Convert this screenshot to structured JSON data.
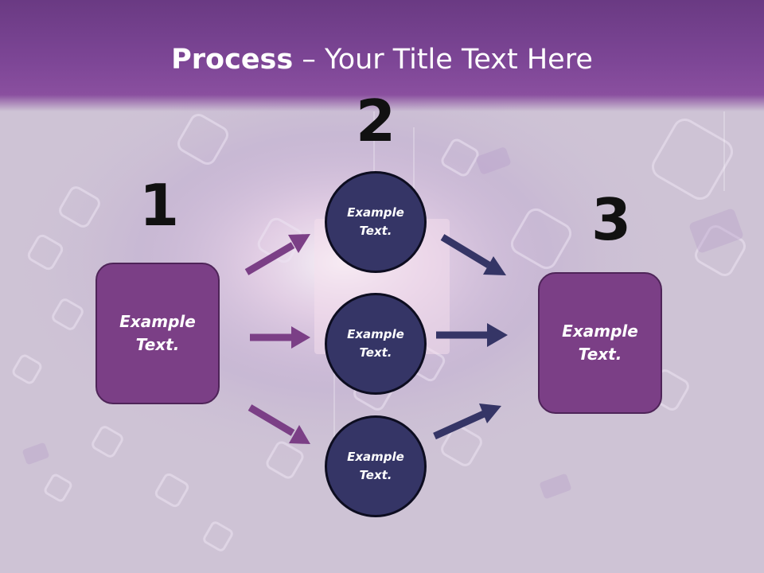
{
  "slide": {
    "title_bold": "Process",
    "title_rest": " – Your Title Text Here"
  },
  "steps": [
    {
      "number": "1",
      "label": "Example\nText."
    },
    {
      "number": "2"
    },
    {
      "number": "3",
      "label": "Example\nText."
    }
  ],
  "circles": [
    {
      "label": "Example\nText."
    },
    {
      "label": "Example\nText."
    },
    {
      "label": "Example\nText."
    }
  ],
  "colors": {
    "title_band": "#7d4696",
    "box_fill": "#7b3f86",
    "circle_fill": "#353566",
    "arrow_left": "#7b3f86",
    "arrow_right": "#353566"
  }
}
